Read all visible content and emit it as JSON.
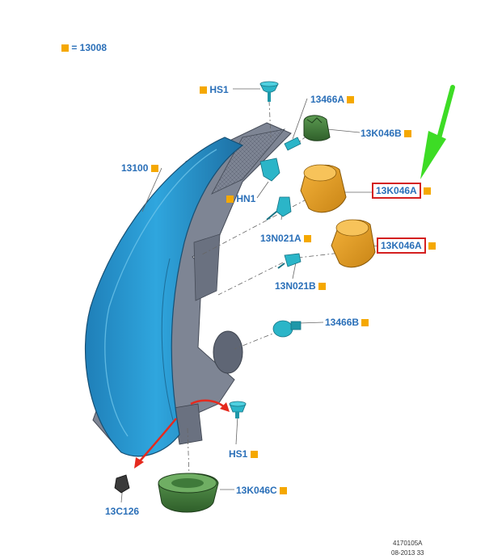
{
  "legend": {
    "equals_text": "= 13008"
  },
  "labels": {
    "hs1_top": "HS1",
    "p13466a": "13466A",
    "p13k046b": "13K046B",
    "p13100": "13100",
    "hn1": "HN1",
    "p13k046a_1": "13K046A",
    "p13n021a": "13N021A",
    "p13k046a_2": "13K046A",
    "p13n021b": "13N021B",
    "p13466b": "13466B",
    "hs1_bottom": "HS1",
    "p13k046c": "13K046C",
    "p13c126": "13C126"
  },
  "reference": {
    "code": "4170105A",
    "date": "08-2013 33"
  },
  "colors": {
    "housing_blue": "#2a9fd8",
    "housing_gray": "#7e8594",
    "cap_orange": "#e8a020",
    "cap_green": "#3f7a3a",
    "bulb_cyan": "#2bb5c8",
    "label_blue": "#2a6fb8",
    "callout_square": "#f5a800",
    "highlight_red": "#d42020",
    "arrow_green": "#3ddc25"
  }
}
